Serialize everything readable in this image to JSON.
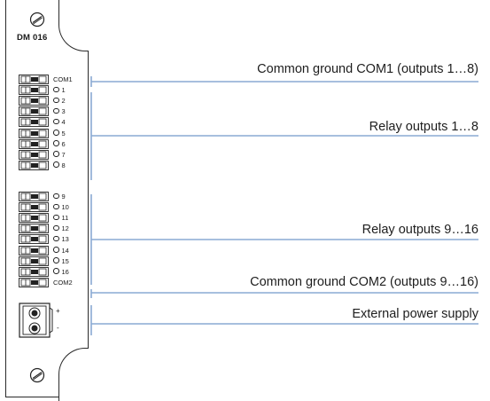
{
  "module": {
    "name": "DM 016",
    "pins_group_a": [
      "COM1",
      "1",
      "2",
      "3",
      "4",
      "5",
      "6",
      "7",
      "8"
    ],
    "pins_group_b": [
      "9",
      "10",
      "11",
      "12",
      "13",
      "14",
      "15",
      "16",
      "COM2"
    ],
    "power_pins": [
      "+",
      "-"
    ]
  },
  "callouts": {
    "com1": "Common ground COM1 (outputs 1…8)",
    "relay_1_8": "Relay outputs 1…8",
    "relay_9_16": "Relay outputs 9…16",
    "com2": "Common ground COM2 (outputs 9…16)",
    "power": "External power supply"
  },
  "colors": {
    "bracket_line": "#8aaad4",
    "outline": "#2a2a2a"
  }
}
